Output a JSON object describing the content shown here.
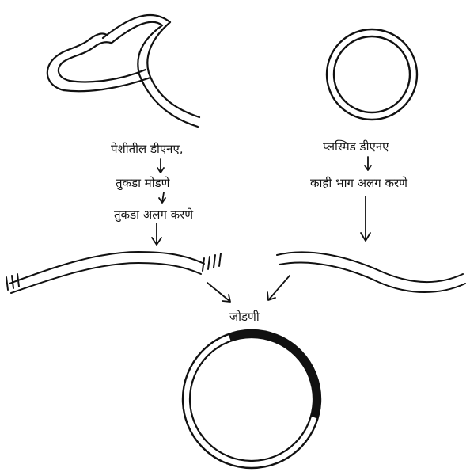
{
  "left_pathway": {
    "source_label": "पेशीतील डीएनए,",
    "step1_label": "तुकडा मोडणे",
    "step2_label": "तुकडा अलग करणे"
  },
  "right_pathway": {
    "source_label": "प्लस्मिड डीएनए",
    "step1_label": "काही भाग अलग करणे"
  },
  "join_label": "जोडणी",
  "colors": {
    "ink": "#111111",
    "background": "#ffffff"
  }
}
